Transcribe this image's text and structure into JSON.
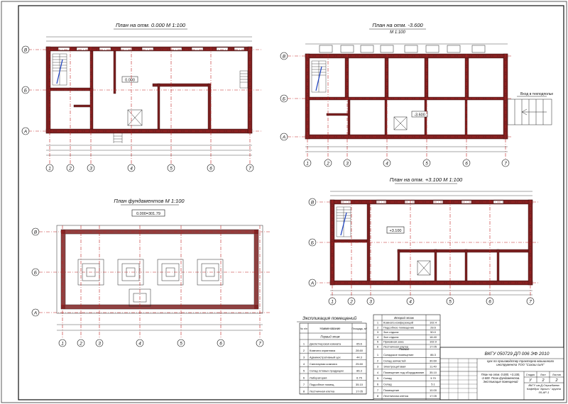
{
  "sheet": {
    "plan1_title": "План на отм. 0.000 М 1:100",
    "plan2_title": "План на отм. -3.600",
    "plan2_scale": "М 1:100",
    "plan3_title": "План фундаментов М 1:100",
    "plan3_note": "0.000=301.79",
    "plan4_title": "План на отм. +3.100 М 1:100",
    "level_0": "0.000",
    "level_m36": "-3.600",
    "level_p31": "+3.100",
    "entrance_note": "Вход в техподполье"
  },
  "axes": {
    "cols": [
      "1",
      "2",
      "3",
      "4",
      "5",
      "6",
      "7"
    ],
    "rows": [
      "А",
      "Б",
      "В"
    ]
  },
  "explication": {
    "title": "Экспликация помещений",
    "headers": [
      "№ п/п",
      "Наименование",
      "Площадь, м²"
    ],
    "section1": "Первый этаж",
    "rows1": [
      {
        "n": "1",
        "name": "Диспетчерская комната",
        "area": "65.6"
      },
      {
        "n": "2",
        "name": "Комната охранника",
        "area": "28.60"
      },
      {
        "n": "3",
        "name": "Административный цех",
        "area": "44.3"
      },
      {
        "n": "4",
        "name": "Санитарная комната",
        "area": "25.60"
      },
      {
        "n": "5",
        "name": "Склад готовых продукции",
        "area": "86.3"
      },
      {
        "n": "6",
        "name": "Лаборатория",
        "area": "6.75"
      },
      {
        "n": "7",
        "name": "Подсобное помещ.",
        "area": "35.10"
      },
      {
        "n": "8",
        "name": "Лестничная клетка",
        "area": "17.05"
      }
    ]
  },
  "explication2": {
    "section2": "Второй этаж",
    "rows2": [
      {
        "n": "1",
        "name": "Комната конференций",
        "area": "102.4"
      },
      {
        "n": "2",
        "name": "Подсобное помещение",
        "area": "28.6"
      },
      {
        "n": "3",
        "name": "Зал отдыха",
        "area": "50.0"
      },
      {
        "n": "4",
        "name": "Зал отдыха",
        "area": "18.40"
      },
      {
        "n": "5",
        "name": "Приемная зона",
        "area": "102.0"
      },
      {
        "n": "6",
        "name": "Лестничная клетка",
        "area": "17.05"
      }
    ],
    "section3": "Подвал",
    "rows3": [
      {
        "n": "1",
        "name": "Складское помещение",
        "area": "86.3"
      },
      {
        "n": "2",
        "name": "Склад запчастей",
        "area": "30.60"
      },
      {
        "n": "3",
        "name": "Электрощитовая",
        "area": "11.40"
      },
      {
        "n": "4",
        "name": "Помещение под оборудование",
        "area": "35.10"
      },
      {
        "n": "5",
        "name": "Склад",
        "area": "3.70"
      },
      {
        "n": "6",
        "name": "Склад",
        "area": "5.1"
      },
      {
        "n": "7",
        "name": "Помещение",
        "area": "10.00"
      },
      {
        "n": "8",
        "name": "Лестничная клетка",
        "area": "17.05"
      }
    ]
  },
  "titleblock": {
    "code": "ВКГУ 050729 ДП 006 ЭФ 2010",
    "project": "Цех по производству тракторно-машинного инструмента ТОО \"Сахаш сит\"",
    "sheet_name": "План на отм. 0.000, +3.100, -3.600. План фундаментов. Экспликация помещений",
    "stage_label": "Стадия",
    "sheet_label": "Лист",
    "sheets_label": "Листов",
    "stage": "У",
    "sheet": "2",
    "sheets": "2",
    "org": "ВКГУ им.Д.Серикбаева Кафедра \"Архит.\" группа 05-АР-1"
  }
}
